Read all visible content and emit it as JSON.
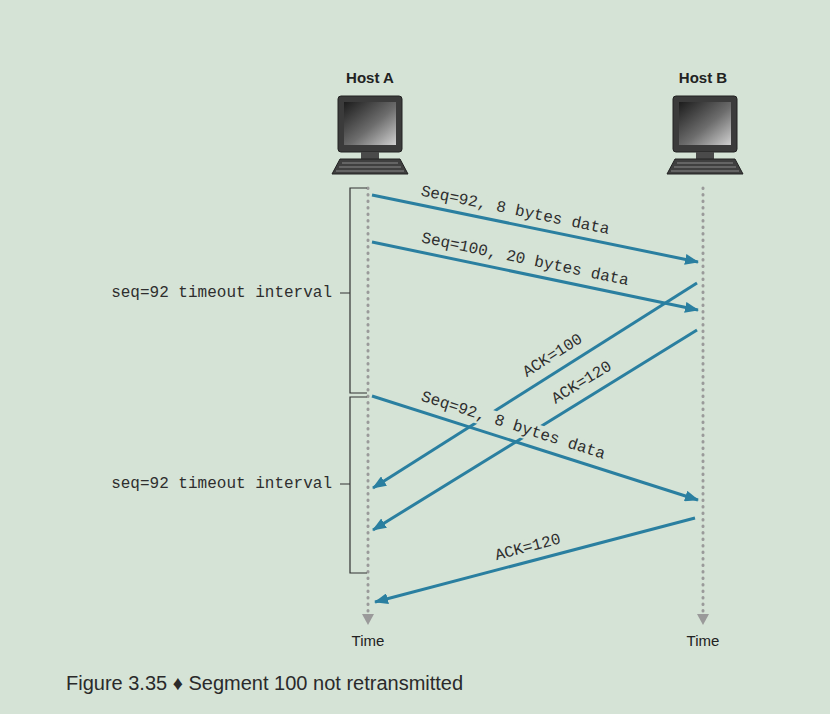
{
  "diagram": {
    "caption": "Figure 3.35 ♦ Segment 100 not retransmitted",
    "labels": [
      "Host A",
      "Host B",
      "Seq=92, 8 bytes data",
      "Seq=100, 20 bytes data",
      "ACK=100",
      "ACK=120",
      "seq=92 timeout interval",
      "Seq=92, 8 bytes data",
      "seq=92 timeout interval",
      "ACK=120",
      "Time",
      "Time"
    ]
  }
}
